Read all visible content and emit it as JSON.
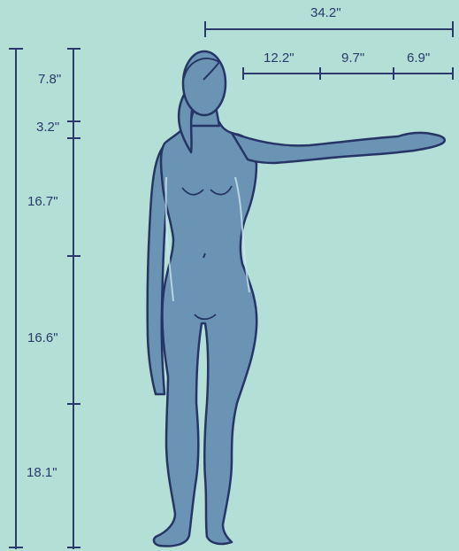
{
  "colors": {
    "background": "#b3dfd6",
    "line": "#2a3a6a",
    "figure_fill": "#6b93b3",
    "figure_highlight": "#c9e6ee",
    "figure_outline": "#253565"
  },
  "horizontal": {
    "total": "34.2\"",
    "segments": [
      "12.2\"",
      "9.7\"",
      "6.9\""
    ]
  },
  "vertical": {
    "total_line": true,
    "segments": [
      "7.8\"",
      "3.2\"",
      "16.7\"",
      "16.6\"",
      "18.1\""
    ]
  }
}
